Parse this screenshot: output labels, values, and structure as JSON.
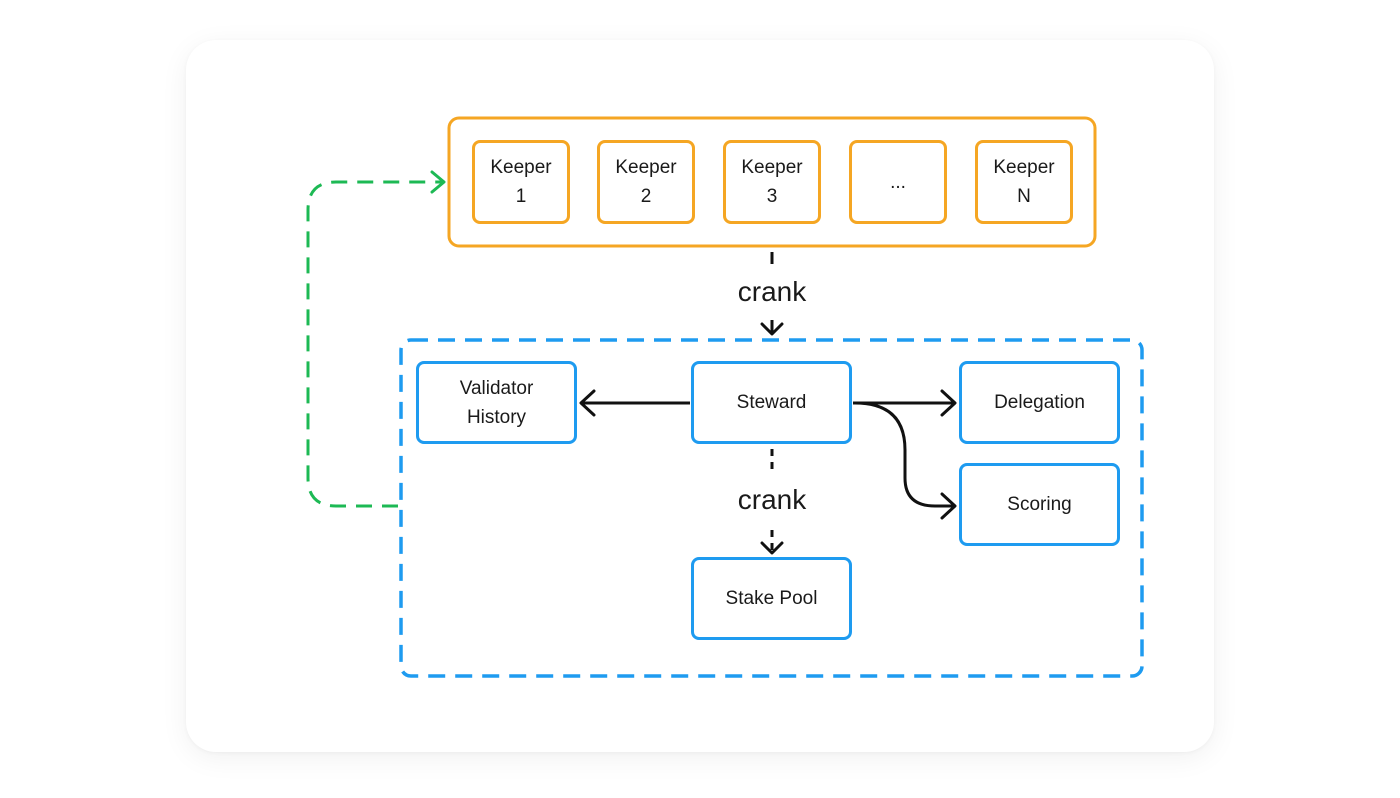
{
  "diagram": {
    "keepers": [
      {
        "label": "Keeper\n1"
      },
      {
        "label": "Keeper\n2"
      },
      {
        "label": "Keeper\n3"
      },
      {
        "label": "..."
      },
      {
        "label": "Keeper\nN"
      }
    ],
    "crank_top": "crank",
    "crank_bottom": "crank",
    "validator_history": "Validator\nHistory",
    "steward": "Steward",
    "delegation": "Delegation",
    "scoring": "Scoring",
    "stake_pool": "Stake Pool",
    "colors": {
      "keeper_border": "#F5A623",
      "program_border": "#1E9BF0",
      "feedback_arrow": "#1DB954",
      "arrow": "#111111"
    }
  }
}
